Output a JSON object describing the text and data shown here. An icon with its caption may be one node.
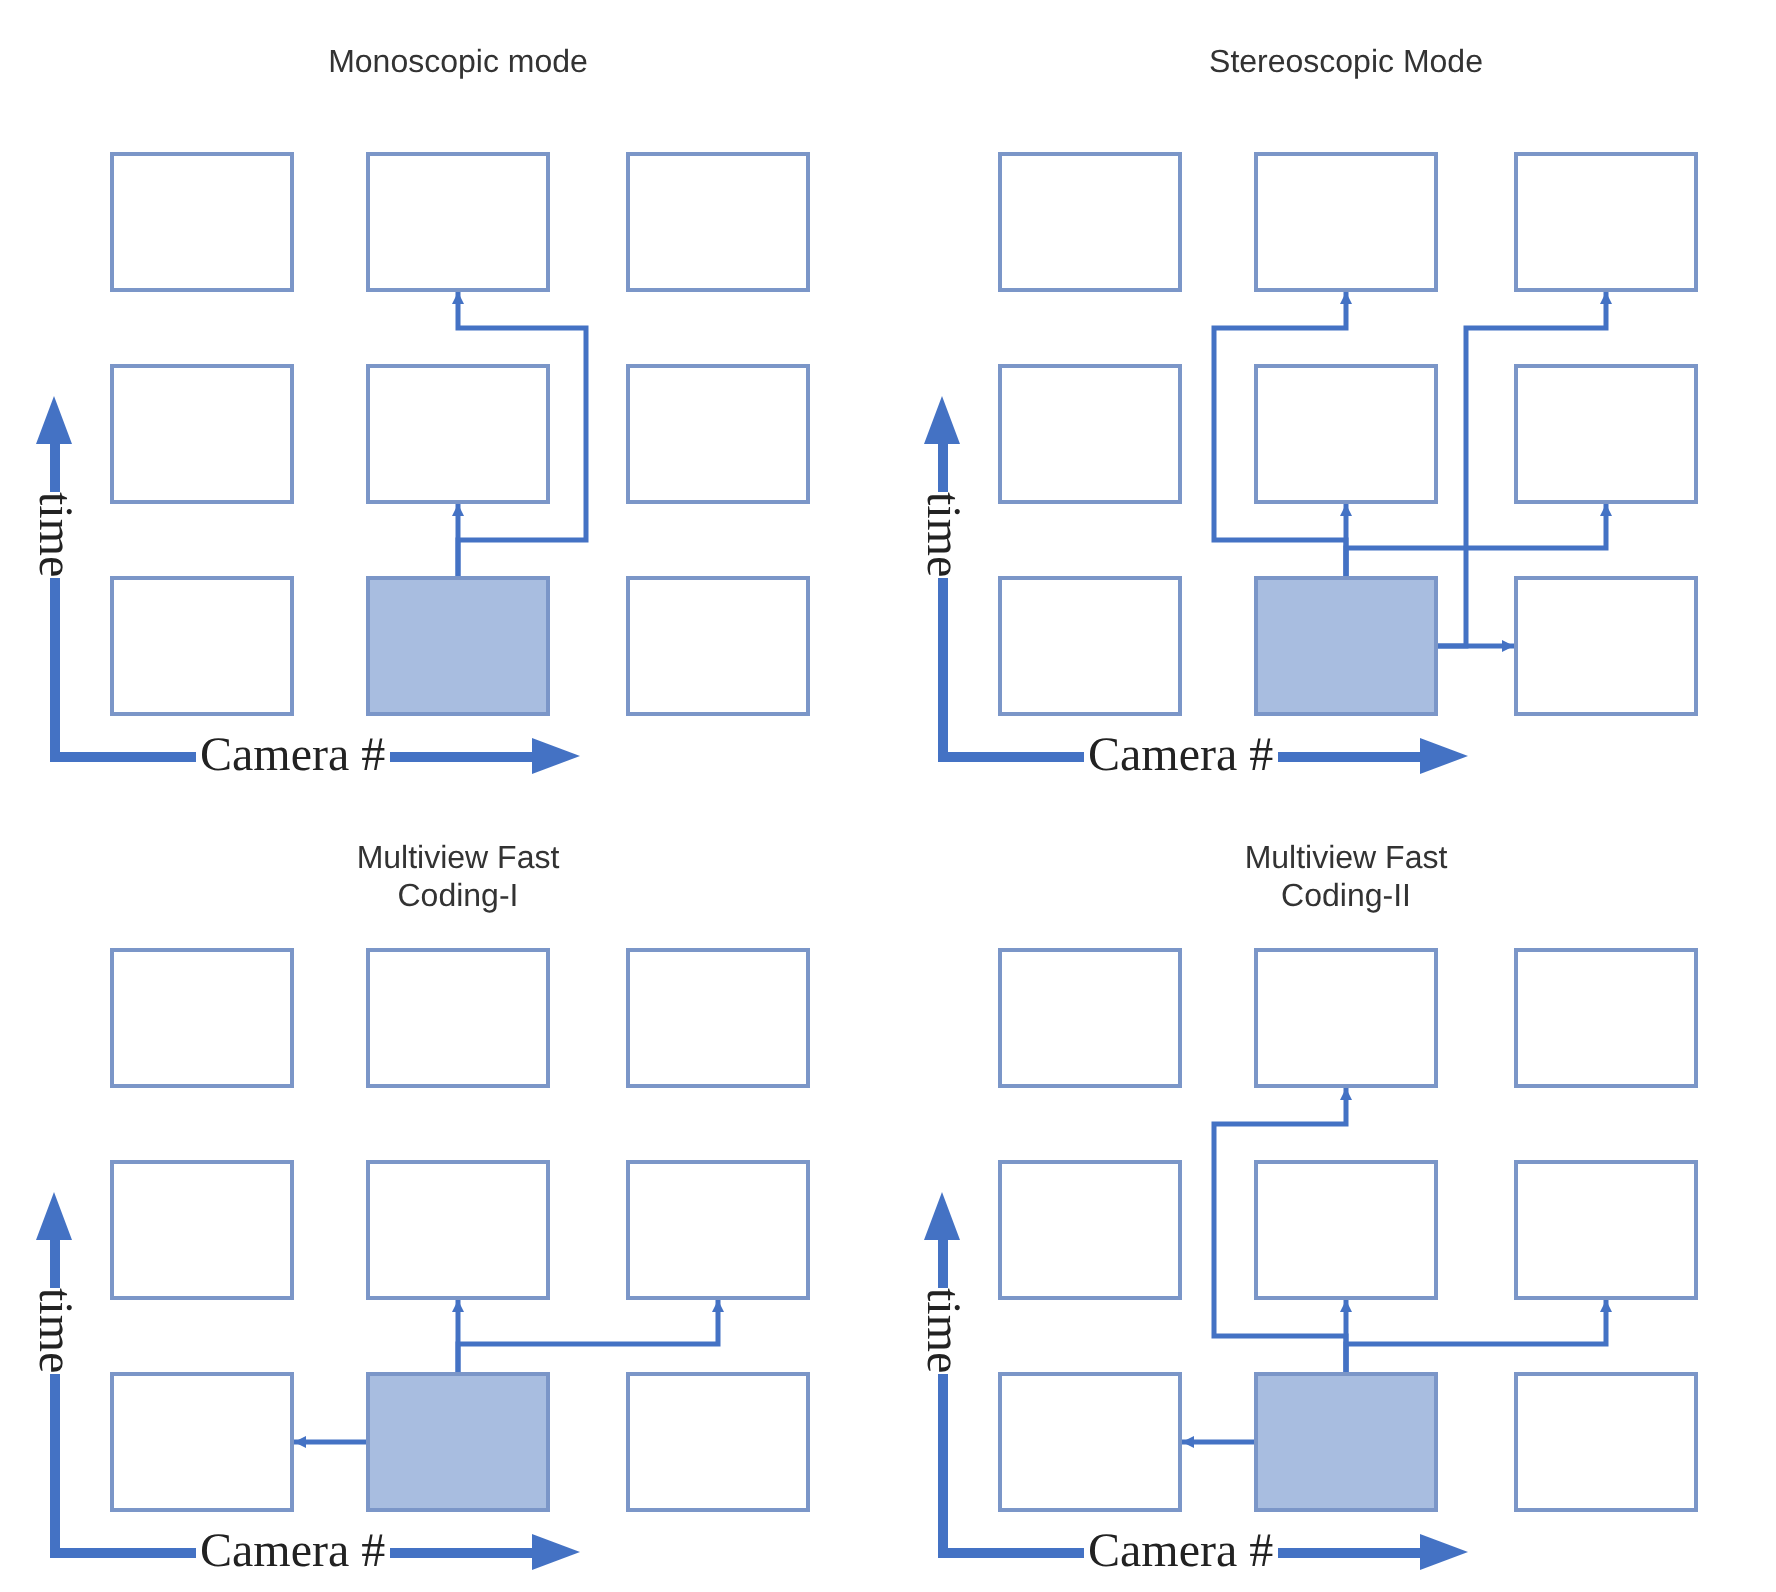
{
  "diagram": {
    "nodes": [
      {
        "text": [],
        "shape": "box"
      },
      {
        "text": [],
        "shape": "box"
      },
      {
        "text": [],
        "shape": "box"
      },
      {
        "text": [],
        "shape": "box"
      },
      {
        "text": [],
        "shape": "box"
      },
      {
        "text": [],
        "shape": "box"
      },
      {
        "text": [],
        "shape": "box"
      },
      {
        "text": [],
        "shape": "box"
      },
      {
        "text": [],
        "shape": "box"
      },
      {
        "text": [],
        "shape": "box"
      },
      {
        "text": [],
        "shape": "box"
      },
      {
        "text": [],
        "shape": "box"
      },
      {
        "text": [],
        "shape": "box"
      },
      {
        "text": [],
        "shape": "box"
      },
      {
        "text": [],
        "shape": "box"
      },
      {
        "text": [],
        "shape": "box"
      },
      {
        "text": [],
        "shape": "box"
      },
      {
        "text": [],
        "shape": "box"
      },
      {
        "text": [],
        "shape": "box"
      },
      {
        "text": [],
        "shape": "box"
      },
      {
        "text": [],
        "shape": "box"
      },
      {
        "text": [],
        "shape": "box"
      },
      {
        "text": [],
        "shape": "box"
      },
      {
        "text": [],
        "shape": "box"
      },
      {
        "text": [],
        "shape": "box"
      },
      {
        "text": [],
        "shape": "box"
      },
      {
        "text": [],
        "shape": "box"
      },
      {
        "text": [],
        "shape": "box"
      },
      {
        "text": [],
        "shape": "box"
      },
      {
        "text": [],
        "shape": "box"
      },
      {
        "text": [],
        "shape": "box"
      },
      {
        "text": [],
        "shape": "box"
      },
      {
        "text": [],
        "shape": "box"
      },
      {
        "text": [],
        "shape": "box"
      },
      {
        "text": [],
        "shape": "box"
      },
      {
        "text": [],
        "shape": "box"
      }
    ],
    "edges": [
      {
        "from": 7,
        "to": 4,
        "arrow": "to"
      },
      {
        "from": 7,
        "to": 1,
        "arrow": "to"
      },
      {
        "from": 16,
        "to": 13,
        "arrow": "to"
      },
      {
        "from": 16,
        "to": 10,
        "arrow": "to"
      },
      {
        "from": 16,
        "to": 11,
        "arrow": "to"
      },
      {
        "from": 16,
        "to": 14,
        "arrow": "to"
      },
      {
        "from": 16,
        "to": 17,
        "arrow": "to"
      },
      {
        "from": 25,
        "to": 24,
        "arrow": "to"
      },
      {
        "from": 25,
        "to": 22,
        "arrow": "to"
      },
      {
        "from": 25,
        "to": 23,
        "arrow": "to"
      },
      {
        "from": 34,
        "to": 33,
        "arrow": "to"
      },
      {
        "from": 34,
        "to": 31,
        "arrow": "to"
      },
      {
        "from": 34,
        "to": 28,
        "arrow": "to"
      },
      {
        "from": 34,
        "to": 32,
        "arrow": "to"
      }
    ],
    "labels": [
      "Monoscopic mode",
      "time",
      "Camera #",
      "Stereoscopic Mode",
      "time",
      "Camera #",
      "Multiview Fast Coding-I",
      "time",
      "Camera #",
      "Multiview Fast Coding-II",
      "time",
      "Camera #"
    ]
  }
}
